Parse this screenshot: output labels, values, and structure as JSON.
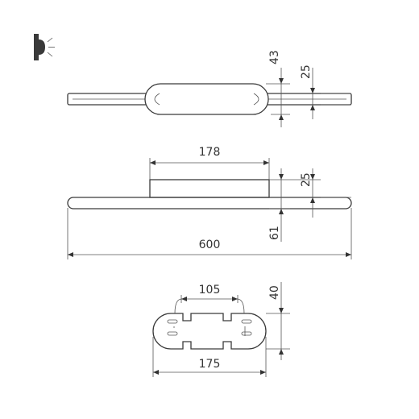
{
  "colors": {
    "line": "#3a3a3a",
    "text": "#333333",
    "background": "#ffffff"
  },
  "icons": {
    "mount_icon": "wall-light-icon"
  },
  "top_view": {
    "dim_height_total": "43",
    "dim_height_bar": "25"
  },
  "front_view": {
    "dim_body_width": "178",
    "dim_body_height": "25",
    "dim_depth": "61",
    "dim_total_length": "600"
  },
  "mount_plate": {
    "dim_hole_spacing": "105",
    "dim_height": "40",
    "dim_width": "175"
  }
}
